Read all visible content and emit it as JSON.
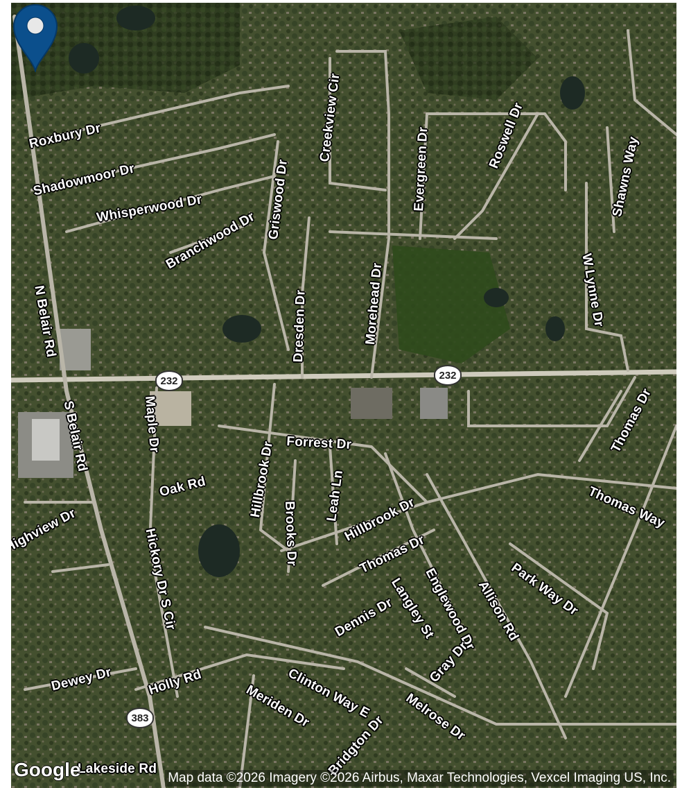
{
  "map": {
    "imagery": "satellite",
    "road_labels": [
      {
        "id": "roxbury-dr",
        "text": "Roxbury Dr"
      },
      {
        "id": "shadowmoor-dr",
        "text": "Shadowmoor Dr"
      },
      {
        "id": "whisperwood-dr",
        "text": "Whisperwood Dr"
      },
      {
        "id": "branchwood-dr",
        "text": "Branchwood Dr"
      },
      {
        "id": "griswood-dr",
        "text": "Griswood Dr"
      },
      {
        "id": "creekview-cir",
        "text": "Creekview Cir"
      },
      {
        "id": "evergreen-dr",
        "text": "Evergreen Dr"
      },
      {
        "id": "roswell-dr",
        "text": "Roswell Dr"
      },
      {
        "id": "shawns-way",
        "text": "Shawns Way"
      },
      {
        "id": "w-lynne-dr",
        "text": "W Lynne Dr"
      },
      {
        "id": "morehead-dr",
        "text": "Morehead Dr"
      },
      {
        "id": "dresden-dr",
        "text": "Dresden Dr"
      },
      {
        "id": "n-belair-rd",
        "text": "N Belair Rd"
      },
      {
        "id": "s-belair-rd",
        "text": "S Belair Rd"
      },
      {
        "id": "maple-dr",
        "text": "Maple Dr"
      },
      {
        "id": "forrest-dr",
        "text": "Forrest Dr"
      },
      {
        "id": "hillbrook-dr-1",
        "text": "Hillbrook Dr"
      },
      {
        "id": "hillbrook-dr-2",
        "text": "Hillbrook Dr"
      },
      {
        "id": "leah-ln",
        "text": "Leah Ln"
      },
      {
        "id": "brooks-dr",
        "text": "Brooks Dr"
      },
      {
        "id": "oak-rd",
        "text": "Oak Rd"
      },
      {
        "id": "highview-dr",
        "text": "Highview Dr"
      },
      {
        "id": "hickory-dr-s-cir",
        "text": "Hickory Dr S Cir"
      },
      {
        "id": "thomas-dr-1",
        "text": "Thomas Dr"
      },
      {
        "id": "thomas-dr-2",
        "text": "Thomas Dr"
      },
      {
        "id": "thomas-way",
        "text": "Thomas Way"
      },
      {
        "id": "park-way-dr",
        "text": "Park Way Dr"
      },
      {
        "id": "allison-rd",
        "text": "Allison Rd"
      },
      {
        "id": "englewood-dr",
        "text": "Englewood Dr"
      },
      {
        "id": "langley-st",
        "text": "Langley St"
      },
      {
        "id": "dennis-dr",
        "text": "Dennis Dr"
      },
      {
        "id": "gray-dr",
        "text": "Gray Dr"
      },
      {
        "id": "dewey-dr",
        "text": "Dewey Dr"
      },
      {
        "id": "holly-rd",
        "text": "Holly Rd"
      },
      {
        "id": "clinton-way-e",
        "text": "Clinton Way E"
      },
      {
        "id": "meriden-dr",
        "text": "Meriden Dr"
      },
      {
        "id": "melrose-dr",
        "text": "Melrose Dr"
      },
      {
        "id": "bridgton-dr",
        "text": "Bridgton Dr"
      },
      {
        "id": "lakeside-rd",
        "text": "Lakeside Rd"
      }
    ],
    "shields": [
      {
        "id": "route-232-west",
        "text": "232"
      },
      {
        "id": "route-232-east",
        "text": "232"
      },
      {
        "id": "route-383",
        "text": "383"
      }
    ],
    "pin": {
      "icon": "location-pin-icon",
      "color": "#0b4f8c"
    }
  },
  "footer": {
    "logo_text": "Google",
    "attribution": "Map data ©2026 Imagery ©2026 Airbus, Maxar Technologies, Vexcel Imaging US, Inc."
  }
}
